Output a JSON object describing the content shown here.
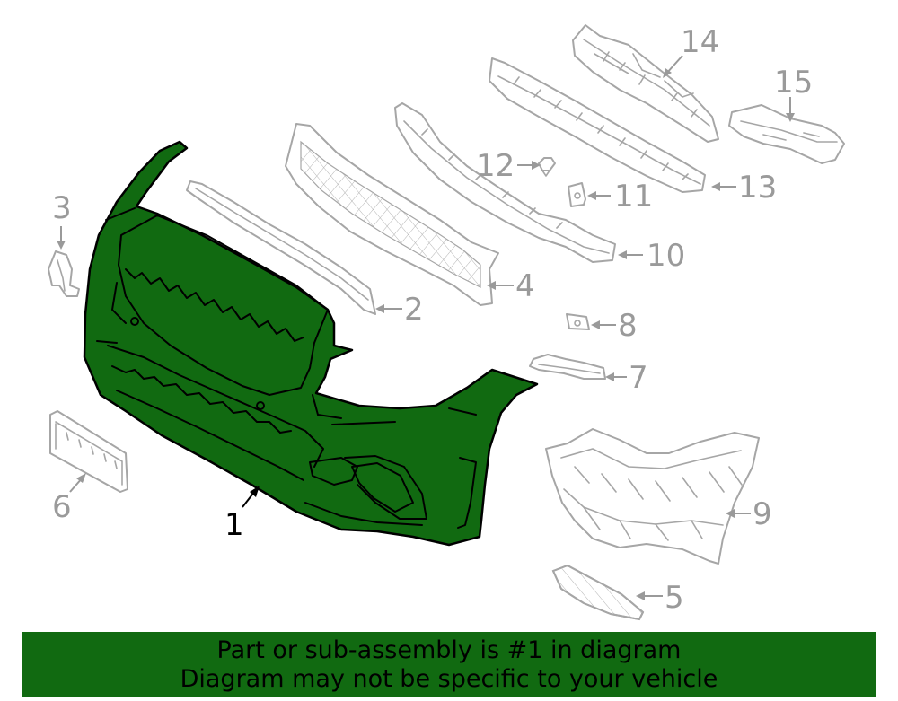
{
  "diagram": {
    "highlight_color": "#116a11",
    "callouts": [
      "1",
      "2",
      "3",
      "4",
      "5",
      "6",
      "7",
      "8",
      "9",
      "10",
      "11",
      "12",
      "13",
      "14",
      "15"
    ]
  },
  "banner": {
    "line1": "Part or sub-assembly is #1 in diagram",
    "line2": "Diagram may not be specific to your vehicle"
  }
}
